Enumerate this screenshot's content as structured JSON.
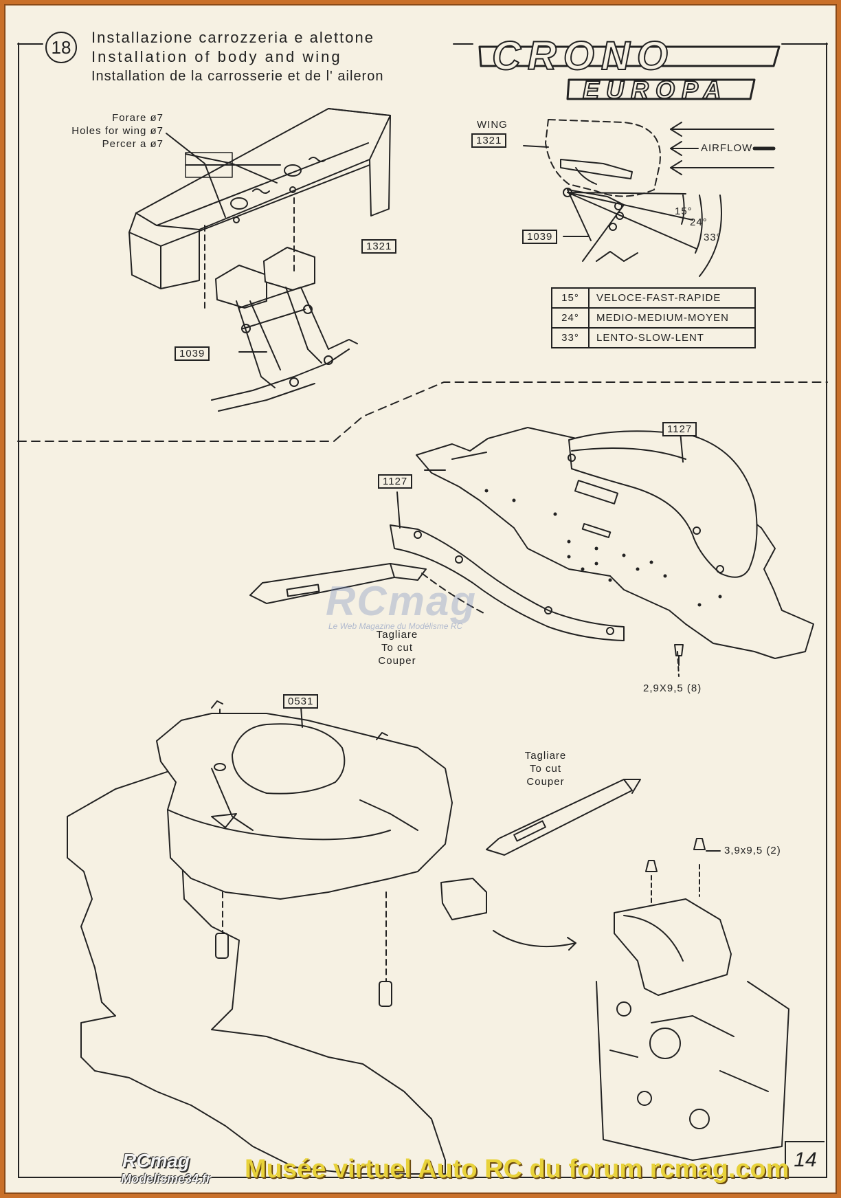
{
  "header": {
    "step_number": "18",
    "title_it": "Installazione carrozzeria e alettone",
    "title_en": "Installation of body and wing",
    "title_fr": "Installation de la carrosserie et de l' aileron",
    "logo_line1": "CRONO",
    "logo_line2": "EUROPA"
  },
  "wing_section": {
    "hole_note_lines": [
      "Forare ø7",
      "Holes for wing ø7",
      "Percer a ø7"
    ],
    "part_wing": "1321",
    "part_mount": "1039"
  },
  "angle_diagram": {
    "wing_label": "WING",
    "part_wing": "1321",
    "part_mount": "1039",
    "airflow_label": "AIRFLOW",
    "angles": [
      "15°",
      "24°",
      "33°"
    ]
  },
  "angle_table": [
    {
      "angle": "15°",
      "description": "VELOCE-FAST-RAPIDE"
    },
    {
      "angle": "24°",
      "description": "MEDIO-MEDIUM-MOYEN"
    },
    {
      "angle": "33°",
      "description": "LENTO-SLOW-LENT"
    }
  ],
  "chassis_section": {
    "part_right": "1127",
    "part_left": "1127",
    "cut_lines": [
      "Tagliare",
      "To cut",
      "Couper"
    ],
    "screw_spec": "2,9X9,5 (8)"
  },
  "body_section": {
    "part_body": "0531",
    "cut_lines": [
      "Tagliare",
      "To cut",
      "Couper"
    ],
    "screw_spec": "3,9x9,5 (2)"
  },
  "watermark": {
    "main": "RCmag",
    "sub": "Le Web Magazine du Modélisme RC"
  },
  "footer": {
    "brand": "RCmag",
    "site": "Modelisme34.fr",
    "caption": "Musée virtuel Auto RC du forum rcmag.com",
    "page_number": "14"
  }
}
